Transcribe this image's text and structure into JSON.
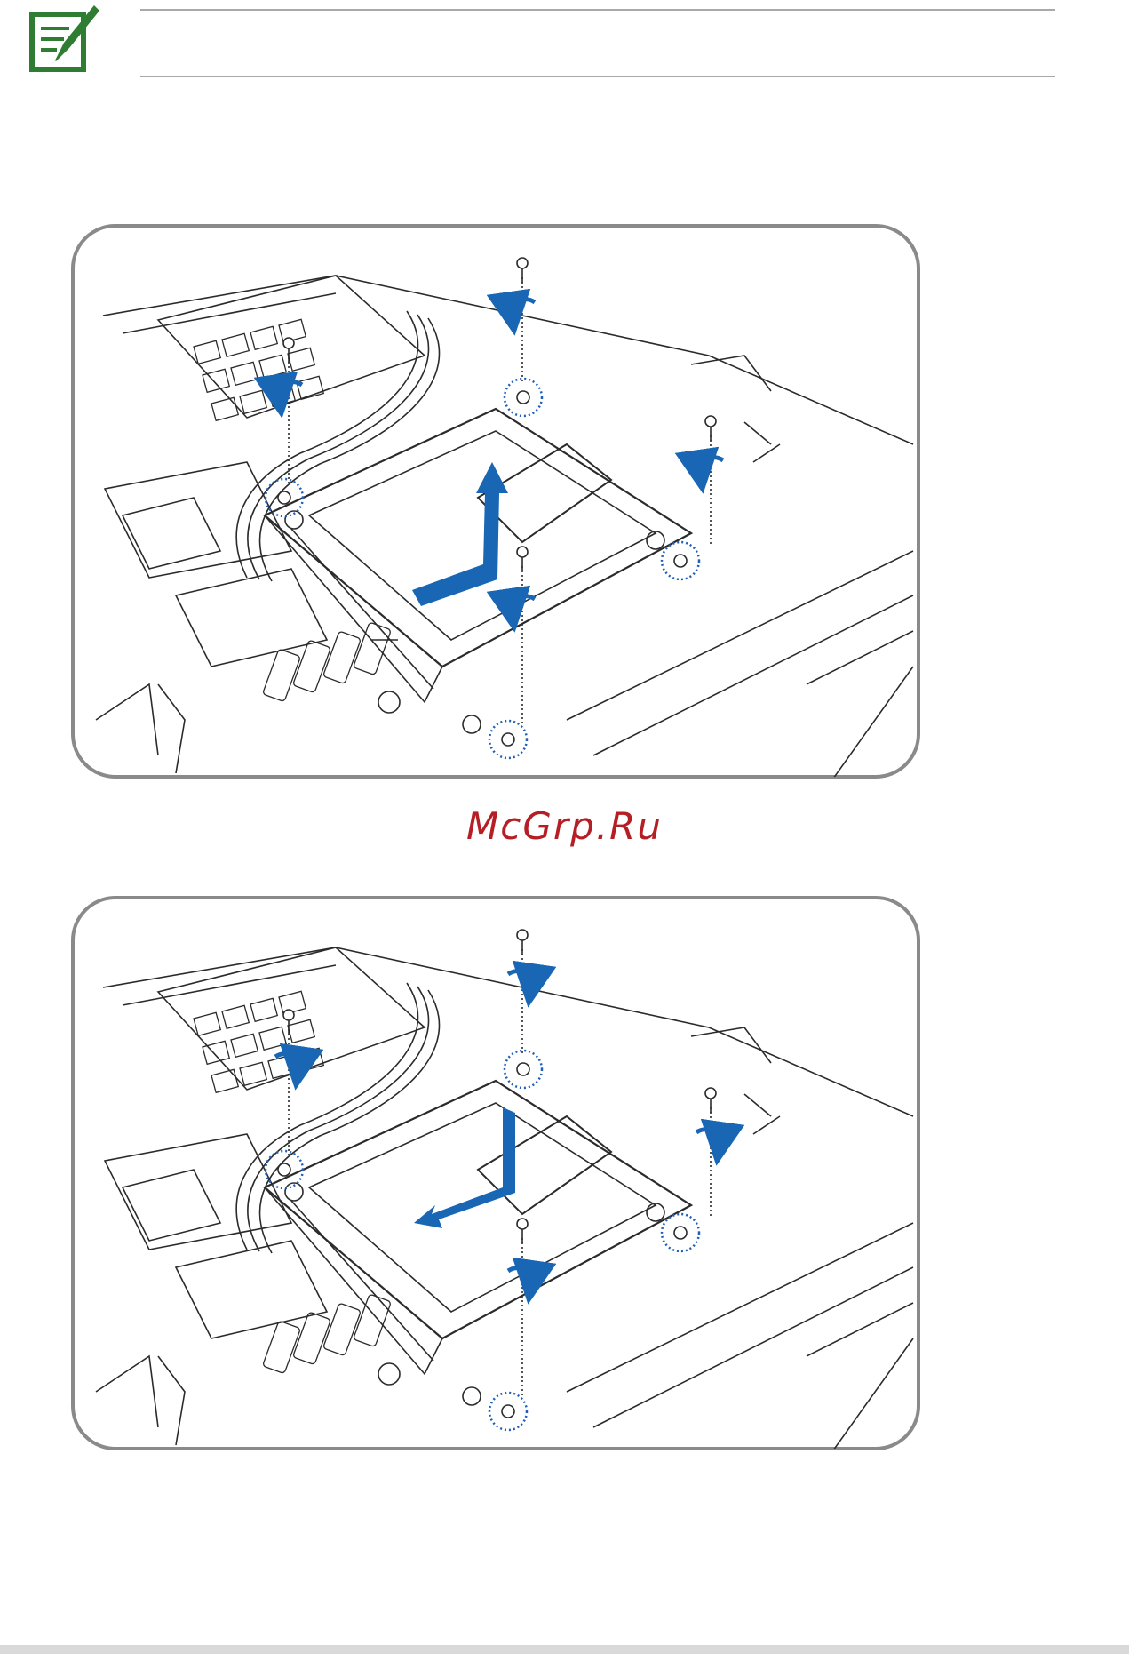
{
  "page": {
    "note_icon": "note-pencil-icon",
    "watermark": "McGrp.Ru"
  },
  "colors": {
    "note_green": "#2e7d32",
    "arrow_blue": "#1866b4",
    "highlight_blue": "#1f5fb8",
    "watermark_red": "#b51e24",
    "frame_gray": "#8a8a8a",
    "line_art": "#2b2b2b"
  },
  "figures": [
    {
      "id": "remove-hdd",
      "illustration": "hard-drive-bay-line-art",
      "rotation_arrows": "counterclockwise",
      "screw_count": 5,
      "slide_direction": "lift"
    },
    {
      "id": "install-hdd",
      "illustration": "hard-drive-bay-line-art",
      "rotation_arrows": "clockwise",
      "screw_count": 5,
      "slide_direction": "insert"
    }
  ]
}
